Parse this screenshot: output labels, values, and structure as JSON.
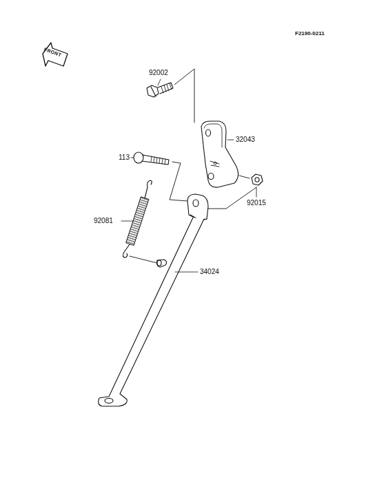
{
  "diagram": {
    "labels": [
      "F2190-0211",
      "FRONT",
      "92002",
      "32043",
      "113",
      "92015",
      "92081",
      "34024"
    ]
  }
}
